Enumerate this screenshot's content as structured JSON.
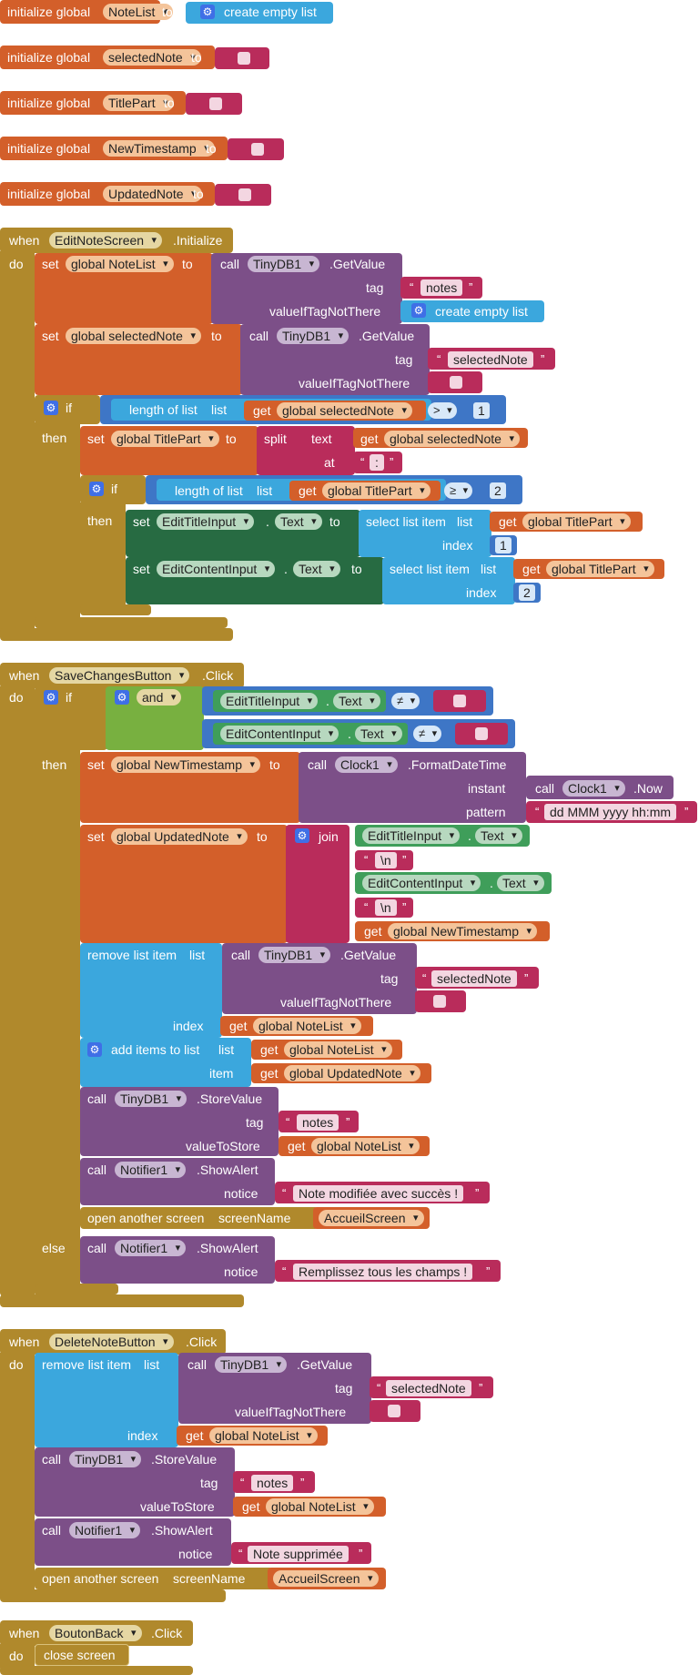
{
  "blocks": {
    "k_initialize_global": "initialize global",
    "k_to": "to",
    "k_create_empty_list": "create empty list",
    "k_when": "when",
    "k_do": "do",
    "k_set": "set",
    "k_get": "get",
    "k_call": "call",
    "k_if": "if",
    "k_then": "then",
    "k_else": "else",
    "k_and": "and",
    "k_join": "join",
    "k_split": "split",
    "k_text": "text",
    "k_at": "at",
    "k_tag": "tag",
    "k_valueIfTagNotThere": "valueIfTagNotThere",
    "k_valueToStore": "valueToStore",
    "k_length_of_list": "length of list",
    "k_list": "list",
    "k_index": "index",
    "k_item": "item",
    "k_select_list_item": "select list item",
    "k_remove_list_item": "remove list item",
    "k_add_items_to_list": "add items to list",
    "k_notice": "notice",
    "k_open_another_screen": "open another screen",
    "k_screenName": "screenName",
    "k_close_screen": "close screen",
    "k_instant": "instant",
    "k_pattern": "pattern",
    "k_dot": ".",
    "m_getvalue": ".GetValue",
    "m_storevalue": ".StoreValue",
    "m_showalert": ".ShowAlert",
    "m_formatdatetime": ".FormatDateTime",
    "m_now": ".Now",
    "m_initialize": ".Initialize",
    "m_click": ".Click",
    "p_text": "Text",
    "var_notelist": "NoteList",
    "var_selectednote": "selectedNote",
    "var_titlepart": "TitlePart",
    "var_newtimestamp": "NewTimestamp",
    "var_updatednote": "UpdatedNote",
    "g_notelist": "global NoteList",
    "g_selectednote": "global selectedNote",
    "g_titlepart": "global TitlePart",
    "g_newtimestamp": "global NewTimestamp",
    "g_updatednote": "global UpdatedNote",
    "c_editnotescreen": "EditNoteScreen",
    "c_savechangesbutton": "SaveChangesButton",
    "c_deletenotebutton": "DeleteNoteButton",
    "c_boutonback": "BoutonBack",
    "c_tinydb1": "TinyDB1",
    "c_clock1": "Clock1",
    "c_notifier1": "Notifier1",
    "c_edittitleinput": "EditTitleInput",
    "c_editcontentinput": "EditContentInput",
    "c_accueilscreen": "AccueilScreen",
    "s_notes": "notes",
    "s_selectednote": "selectedNote",
    "s_colon": ":",
    "s_newline": "\\n",
    "s_pattern": "dd MMM yyyy hh:mm",
    "s_note_modifiee": "Note modifiée avec succès !",
    "s_remplissez": "Remplissez tous les champs !",
    "s_note_supprimee": "Note supprimée",
    "n_1": "1",
    "n_2": "2",
    "op_gt": ">",
    "op_ge": "≥",
    "op_ne": "≠",
    "open_quote": "“",
    "close_quote": "”"
  },
  "colors": {
    "variables": "#d35f2a",
    "procedures": "#7c4f88",
    "text": "#b92c5b",
    "lists": "#3ba7dd",
    "math": "#3e76c6",
    "control": "#b0892c",
    "components": "#276b42",
    "logic": "#78b040"
  },
  "icons": {
    "mutator": "gear-icon",
    "dropdown": "chevron-down-icon"
  }
}
